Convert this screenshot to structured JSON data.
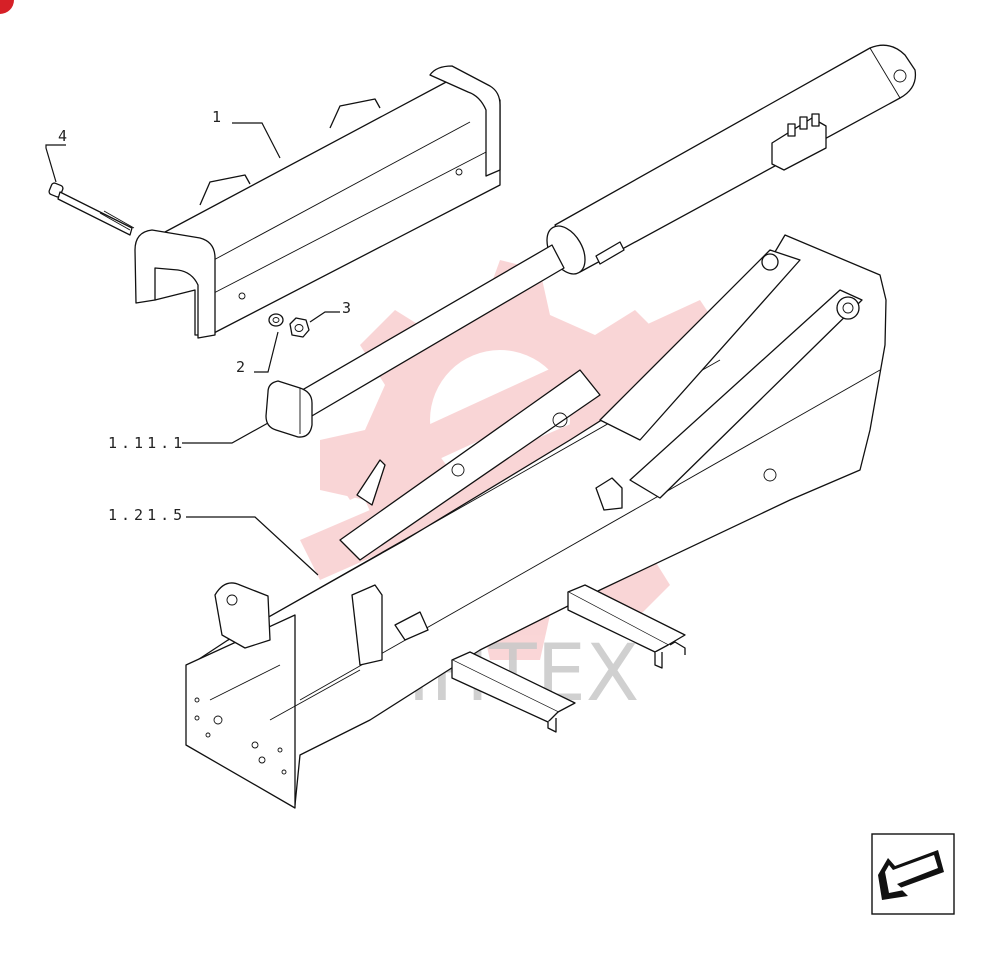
{
  "callouts": {
    "part_1": "1",
    "part_2": "2",
    "part_3": "3",
    "part_4": "4",
    "ref_cylinder": "1.11.1",
    "ref_frame": "1.21.5"
  },
  "watermark": {
    "text": "ИНТЕХ",
    "color": "#e8464b"
  },
  "corner_badge": {
    "color": "#d62027"
  },
  "nav": {
    "icon": "arrow-down-left-icon"
  }
}
